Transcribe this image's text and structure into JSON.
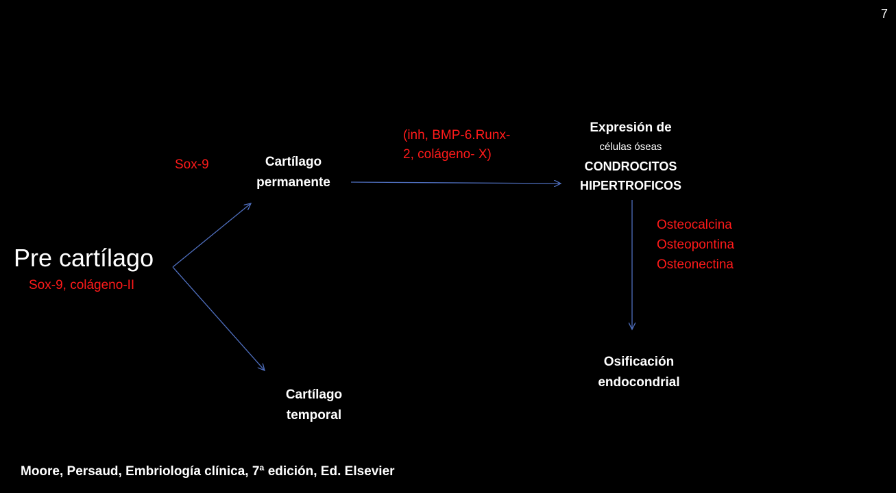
{
  "slide_number": "7",
  "pre_cartilage": {
    "title": "Pre cartílago",
    "markers": "Sox-9, colágeno-II"
  },
  "sox9_label": "Sox-9",
  "permanent_cartilage": {
    "line1": "Cartílago",
    "line2": "permanente"
  },
  "temporary_cartilage": {
    "line1": "Cartílago",
    "line2": "temporal"
  },
  "inhibitors": {
    "line1": "(inh, BMP-6.Runx-",
    "line2": "2, colágeno- X)"
  },
  "expression": {
    "line1": "Expresión de",
    "line2": "células óseas",
    "line3": "CONDROCITOS",
    "line4": "HIPERTROFICOS"
  },
  "bone_markers": [
    "Osteocalcina",
    "Osteopontina",
    "Osteonectina"
  ],
  "ossification": {
    "line1": "Osificación",
    "line2": "endocondrial"
  },
  "citation": "Moore, Persaud, Embriología clínica, 7ª edición, Ed. Elsevier",
  "colors": {
    "background": "#000000",
    "text": "#ffffff",
    "accent_red": "#ff1a1a",
    "arrow": "#4f6fbf"
  }
}
